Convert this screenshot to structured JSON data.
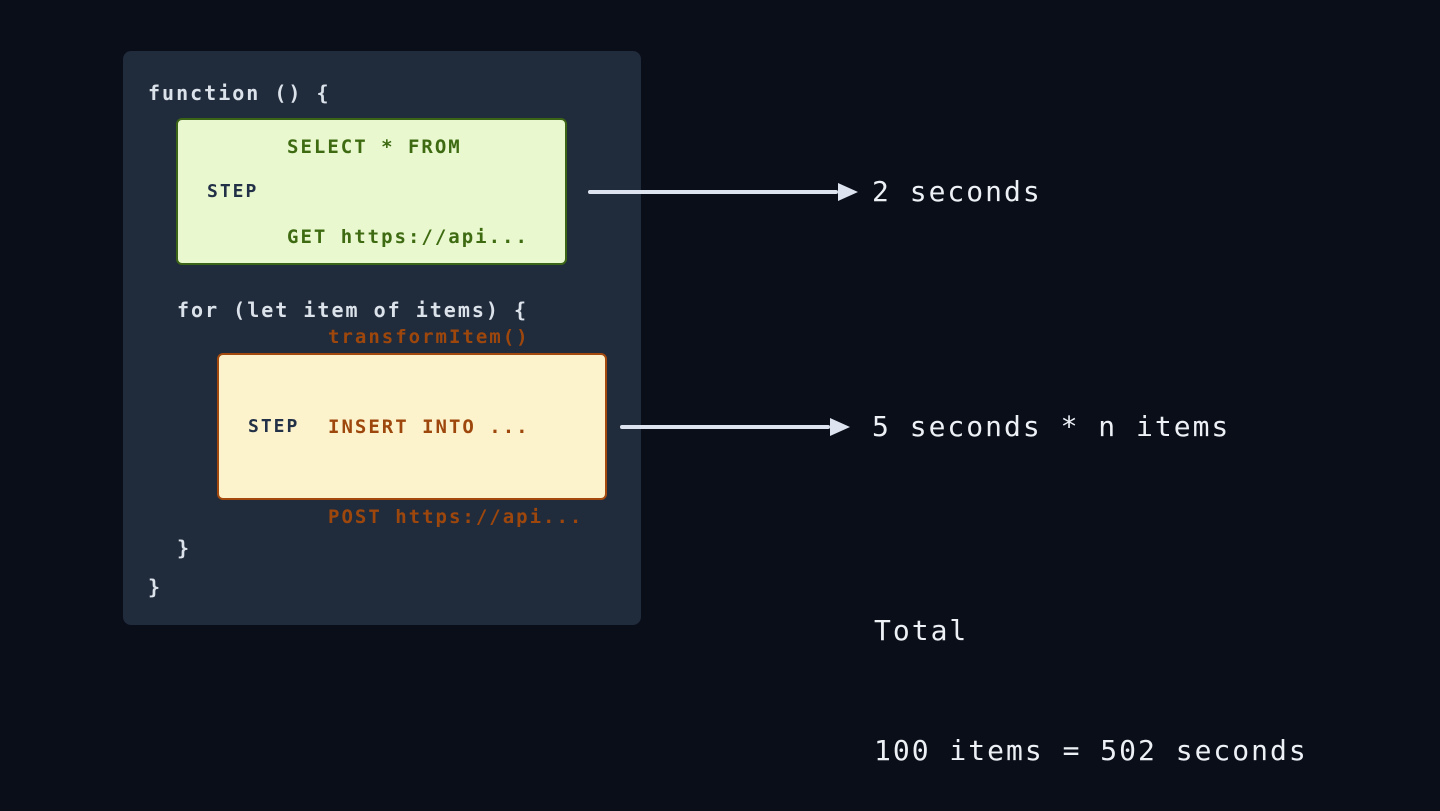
{
  "diagram": {
    "code_panel": {
      "line_function": "function () {",
      "line_for": "for (let item of items) {",
      "line_close_inner": "}",
      "line_close_outer": "}"
    },
    "step1": {
      "label": "STEP",
      "lines": [
        "SELECT * FROM",
        "GET https://api..."
      ]
    },
    "step2": {
      "label": "STEP",
      "lines": [
        "transformItem()",
        "INSERT INTO ...",
        "POST https://api..."
      ]
    },
    "annotations": {
      "step1_time": "2 seconds",
      "step2_time": "5 seconds * n items",
      "total_label": "Total",
      "total_value": "100 items = 502 seconds"
    },
    "colors": {
      "background": "#0a0e19",
      "panel": "#202b3c",
      "step1_fill": "#e9f8ce",
      "step1_border": "#3c6416",
      "step1_text": "#3e6b12",
      "step2_fill": "#fcf2cb",
      "step2_border": "#a4490d",
      "step2_text": "#9e470c",
      "step_label_text": "#223147",
      "code_text": "#dbe2ea",
      "annotation_text": "#edf1f6",
      "arrow": "#dde4ef"
    }
  }
}
